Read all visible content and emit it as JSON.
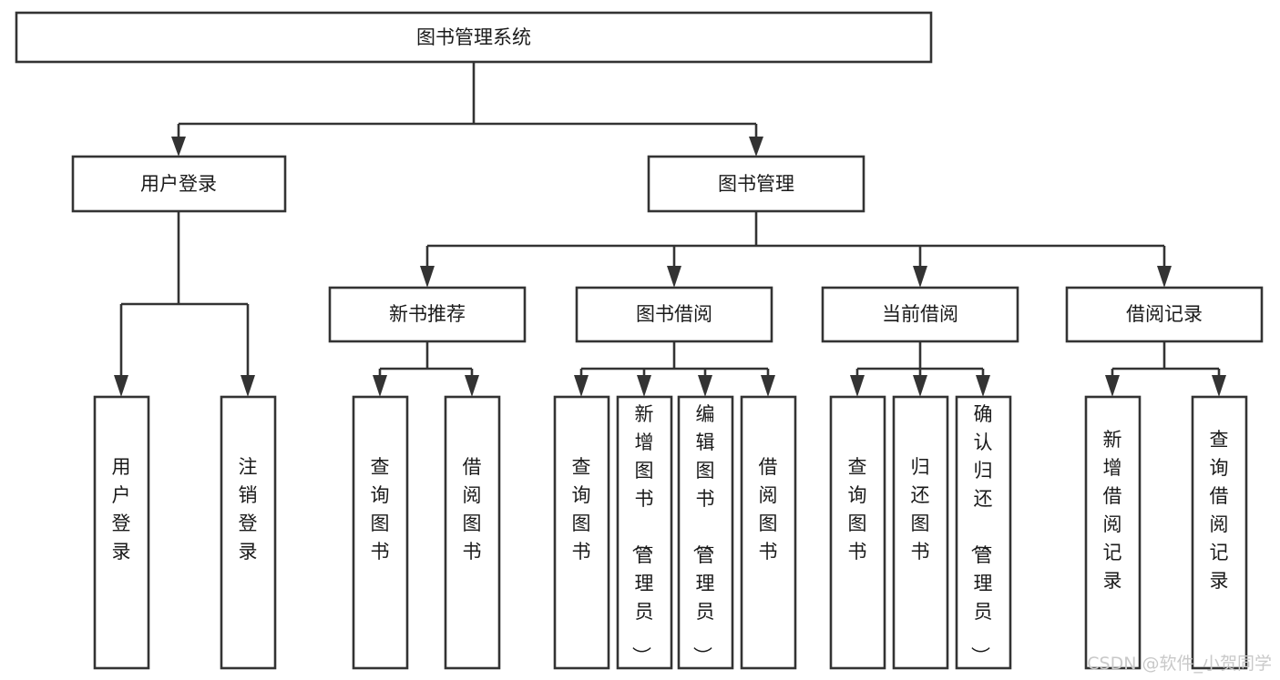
{
  "diagram": {
    "title": "图书管理系统",
    "type": "tree-hierarchy",
    "root": {
      "id": "root",
      "label": "图书管理系统"
    },
    "level2": [
      {
        "id": "user-login",
        "label": "用户登录"
      },
      {
        "id": "book-manage",
        "label": "图书管理"
      }
    ],
    "level3": [
      {
        "id": "new-book-rec",
        "label": "新书推荐",
        "parent": "book-manage"
      },
      {
        "id": "book-borrow",
        "label": "图书借阅",
        "parent": "book-manage"
      },
      {
        "id": "current-borrow",
        "label": "当前借阅",
        "parent": "book-manage"
      },
      {
        "id": "borrow-record",
        "label": "借阅记录",
        "parent": "book-manage"
      }
    ],
    "leaves": [
      {
        "id": "leaf-user-login",
        "label": "用户登录",
        "parent": "user-login"
      },
      {
        "id": "leaf-user-logout",
        "label": "注销登录",
        "parent": "user-login"
      },
      {
        "id": "leaf-query-book-1",
        "label": "查询图书",
        "parent": "new-book-rec"
      },
      {
        "id": "leaf-borrow-book-1",
        "label": "借阅图书",
        "parent": "new-book-rec"
      },
      {
        "id": "leaf-query-book-2",
        "label": "查询图书",
        "parent": "book-borrow"
      },
      {
        "id": "leaf-add-book",
        "label": "新增图书（管理员）",
        "parent": "book-borrow"
      },
      {
        "id": "leaf-edit-book",
        "label": "编辑图书（管理员）",
        "parent": "book-borrow"
      },
      {
        "id": "leaf-borrow-book-2",
        "label": "借阅图书",
        "parent": "book-borrow"
      },
      {
        "id": "leaf-query-book-3",
        "label": "查询图书",
        "parent": "current-borrow"
      },
      {
        "id": "leaf-return-book",
        "label": "归还图书",
        "parent": "current-borrow"
      },
      {
        "id": "leaf-confirm-return",
        "label": "确认归还（管理员）",
        "parent": "current-borrow"
      },
      {
        "id": "leaf-add-record",
        "label": "新增借阅记录",
        "parent": "borrow-record"
      },
      {
        "id": "leaf-query-record",
        "label": "查询借阅记录",
        "parent": "borrow-record"
      }
    ]
  },
  "watermark": {
    "text": "CSDN @软件_小贺同学"
  },
  "colors": {
    "stroke": "#333333",
    "box_fill": "#ffffff",
    "text": "#1a1a1a",
    "watermark": "#c9c9c9",
    "background": "#ffffff"
  }
}
